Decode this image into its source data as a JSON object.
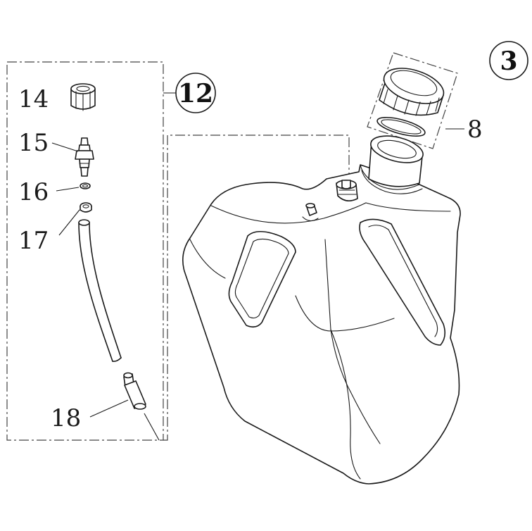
{
  "bubbles": {
    "group": "3",
    "kit": "12"
  },
  "callouts": {
    "cap_nut": "14",
    "fitting": "15",
    "o_ring": "16",
    "ring": "17",
    "hose_tip": "18",
    "tank_gasket": "8"
  }
}
